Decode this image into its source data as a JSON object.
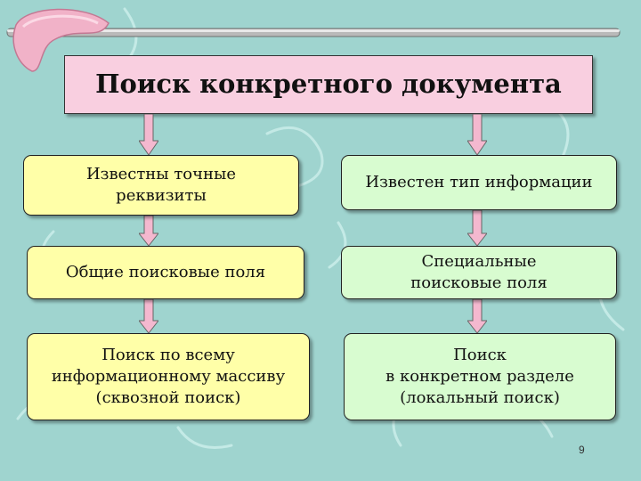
{
  "slide": {
    "title": "Поиск конкретного документа",
    "left": {
      "box1": "Известны точные\nреквизиты",
      "box2": "Общие поисковые поля",
      "box3": "Поиск по всему\nинформационному массиву\n(сквозной поиск)"
    },
    "right": {
      "box1": "Известен тип информации",
      "box2": "Специальные\nпоисковые поля",
      "box3": "Поиск\nв конкретном разделе\n(локальный поиск)"
    },
    "page_number": "9"
  },
  "colors": {
    "background": "#9fd4cf",
    "title_box": "#f9cfe0",
    "left_boxes": "#ffffa8",
    "right_boxes": "#d8fcd0",
    "arrows": "#f4b8cf"
  }
}
